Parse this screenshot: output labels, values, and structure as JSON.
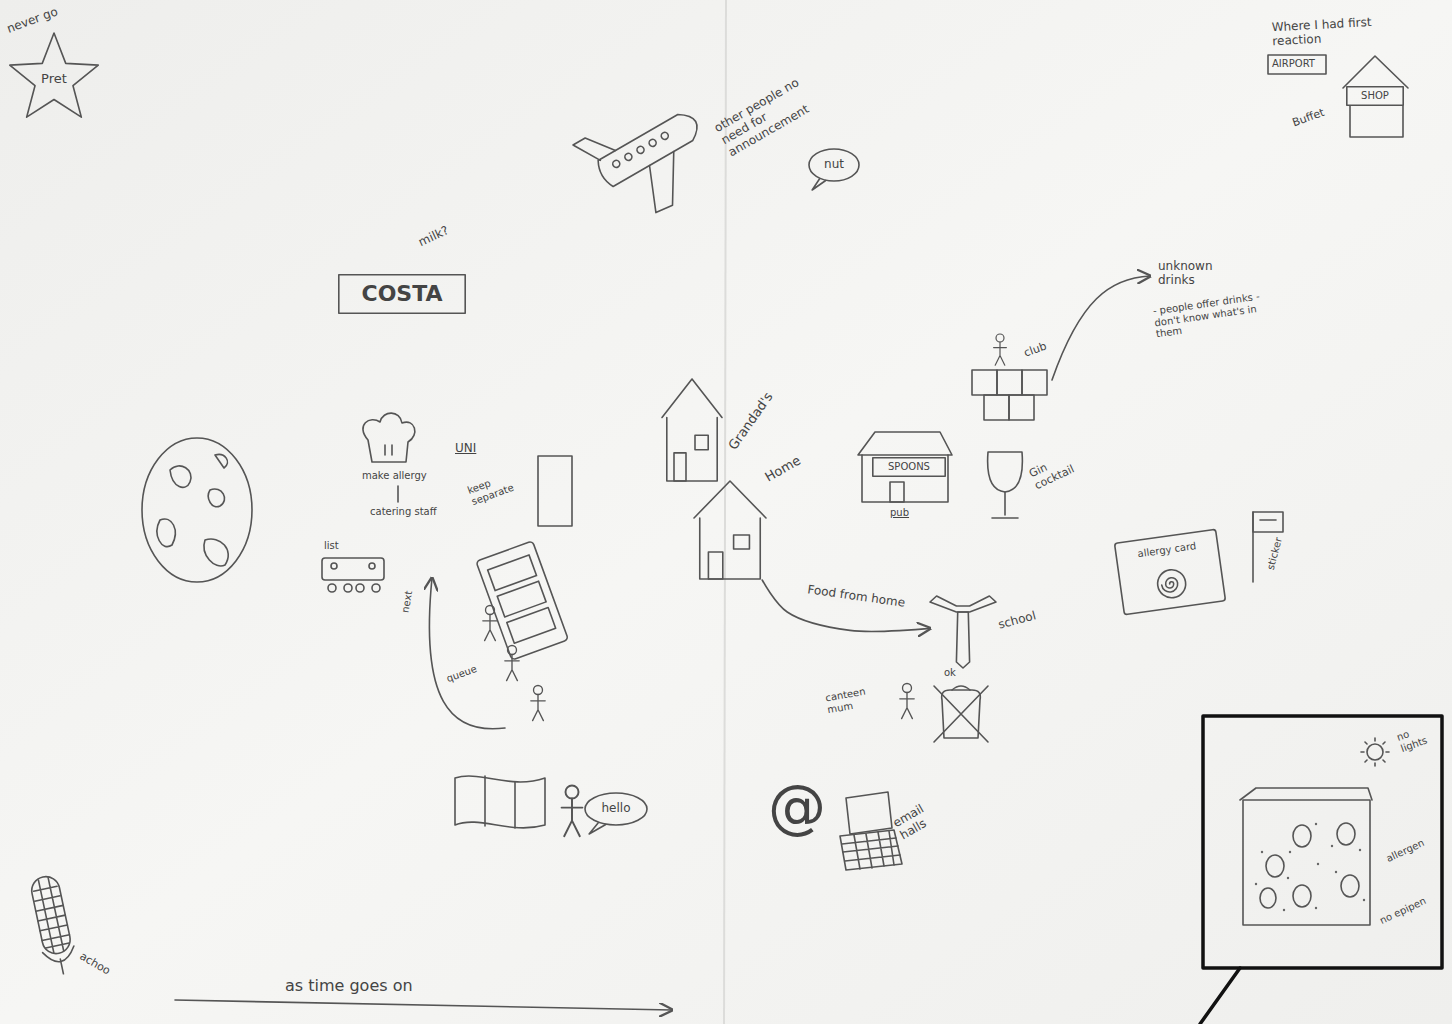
{
  "diagram": {
    "nodes": [
      {
        "text": [
          "never go",
          "Pret"
        ]
      },
      {
        "text": [
          "nut"
        ]
      },
      {
        "text": [
          "SHOP"
        ]
      },
      {
        "text": [
          "milk?",
          "COSTA"
        ]
      },
      {
        "text": [
          "Grandad's"
        ]
      },
      {
        "text": [
          "Home"
        ]
      },
      {
        "text": [
          "SPOONS"
        ]
      },
      {
        "text": [
          "school"
        ]
      },
      {
        "text": [
          "allergy card"
        ]
      },
      {
        "text": [
          "hello"
        ]
      }
    ],
    "edges": [
      {
        "from": 5,
        "to": 7,
        "label": "Food from home",
        "arrow": "to"
      }
    ],
    "labels": [
      "other people no need for announcement",
      "Where I had first reaction",
      "AIRPORT",
      "Buffet",
      "make allergy",
      "catering staff",
      "UNI",
      "keep separate",
      "list",
      "next",
      "queue",
      "canteen mum",
      "ok",
      "pub",
      "Gin cocktail",
      "club",
      "unknown drinks",
      "- people offer drinks - don't know what's in them",
      "sticker",
      "email halls",
      "no lights",
      "allergen",
      "no epipen",
      "achoo",
      "as time goes on",
      "@"
    ]
  }
}
